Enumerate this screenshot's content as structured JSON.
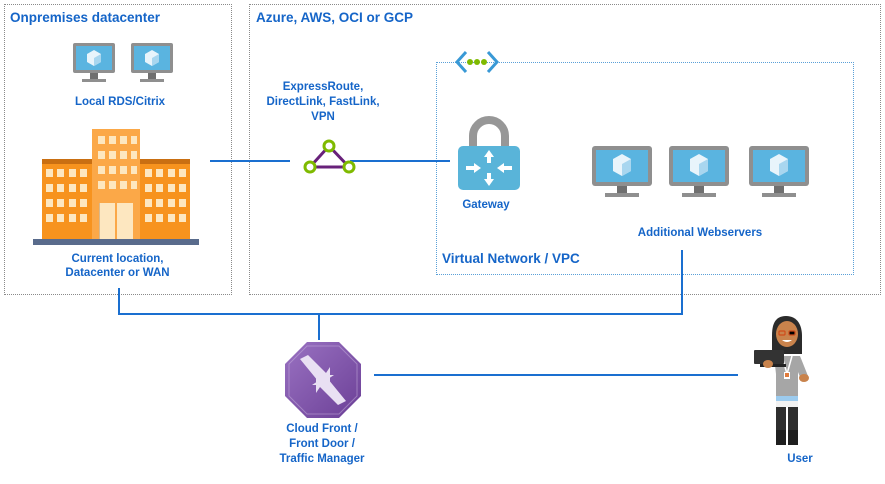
{
  "onprem": {
    "title": "Onpremises datacenter",
    "rds_label": "Local RDS/Citrix",
    "location_label_line1": "Current location,",
    "location_label_line2": "Datacenter or WAN"
  },
  "cloud": {
    "title": "Azure, AWS, OCI or GCP",
    "connection_label_line1": "ExpressRoute,",
    "connection_label_line2": "DirectLink, FastLink,",
    "connection_label_line3": "VPN",
    "vpc": {
      "title": "Virtual Network / VPC",
      "gateway_label": "Gateway",
      "webservers_label": "Additional Webservers"
    }
  },
  "edge": {
    "label_line1": "Cloud Front /",
    "label_line2": "Front Door /",
    "label_line3": "Traffic Manager"
  },
  "user": {
    "label": "User"
  },
  "colors": {
    "accent_text": "#1565c8",
    "connector_line": "#1a6fd0",
    "monitor_screen": "#5ab4e0",
    "building": "#f7931e",
    "edge_purple": "#7b4fa3",
    "vpn_green": "#7fba00"
  }
}
